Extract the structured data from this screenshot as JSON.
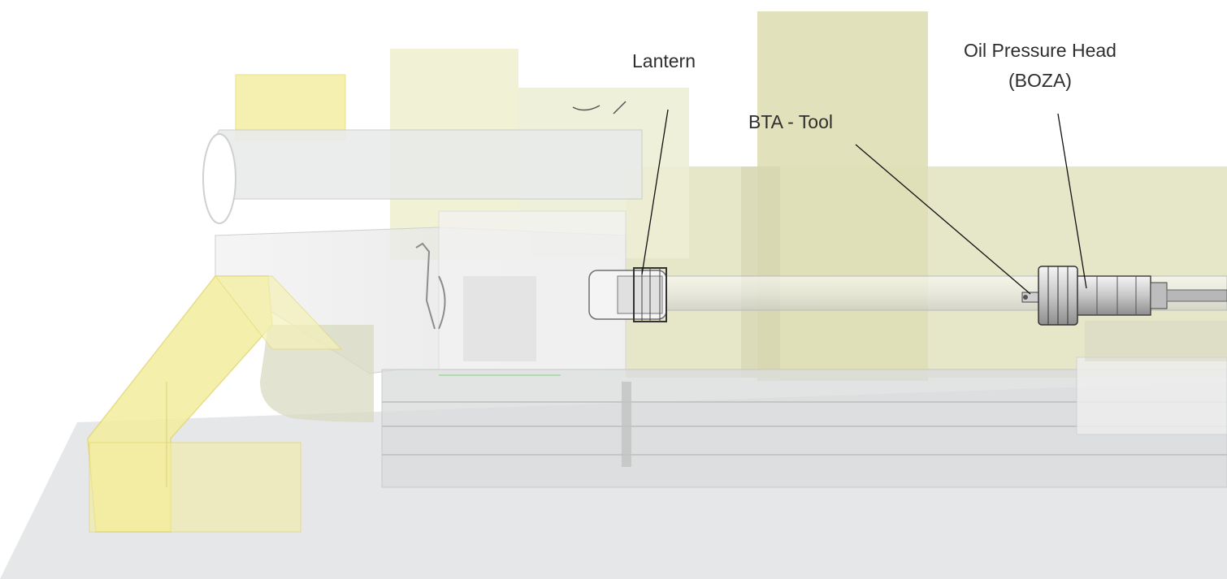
{
  "labels": {
    "lantern": "Lantern",
    "bta_tool": "BTA - Tool",
    "oil_head_line1": "Oil Pressure Head",
    "oil_head_line2": "(BOZA)"
  },
  "colors": {
    "background": "#ffffff",
    "floor": "#e6e7e8",
    "yellow_part": "#f3ee9e",
    "olive_tint": "#e2e3c0",
    "bed": "#dcdddd",
    "leader_line": "#111111",
    "label_text": "#2e2e2e"
  }
}
